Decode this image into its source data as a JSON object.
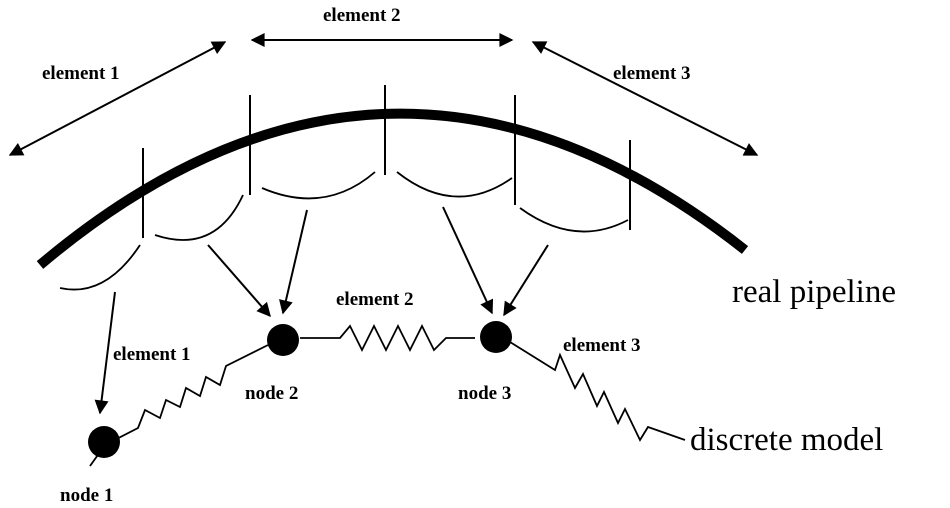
{
  "top_labels": {
    "element_1": "element 1",
    "element_2": "element 2",
    "element_3": "element 3"
  },
  "model_labels": {
    "element_1": "element 1",
    "element_2": "element 2",
    "element_3": "element 3",
    "node_1": "node 1",
    "node_2": "node 2",
    "node_3": "node 3"
  },
  "captions": {
    "real_pipeline": "real pipeline",
    "discrete_model": "discrete model"
  },
  "colors": {
    "ink": "#000000",
    "background": "#ffffff"
  }
}
